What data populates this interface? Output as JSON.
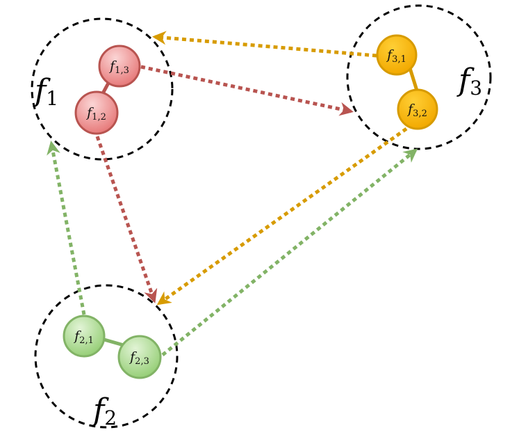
{
  "colors": {
    "red_fill": "#f08c8c",
    "red_stroke": "#b85450",
    "green_fill": "#a9d88f",
    "green_stroke": "#82b366",
    "orange_fill": "#f6b30c",
    "orange_stroke": "#d79b00",
    "cluster_stroke": "#000000"
  },
  "clusters": [
    {
      "id": "f1",
      "label_base": "f",
      "label_sub": "1"
    },
    {
      "id": "f2",
      "label_base": "f",
      "label_sub": "2"
    },
    {
      "id": "f3",
      "label_base": "f",
      "label_sub": "3"
    }
  ],
  "nodes": {
    "f13": {
      "base": "f",
      "sub": "1,3"
    },
    "f12": {
      "base": "f",
      "sub": "1,2"
    },
    "f31": {
      "base": "f",
      "sub": "3,1"
    },
    "f32": {
      "base": "f",
      "sub": "3,2"
    },
    "f21": {
      "base": "f",
      "sub": "2,1"
    },
    "f23": {
      "base": "f",
      "sub": "2,3"
    }
  },
  "edges": [
    {
      "from": "f13",
      "to": "f3",
      "color": "red"
    },
    {
      "from": "f12",
      "to": "f2",
      "color": "red"
    },
    {
      "from": "f31",
      "to": "f1",
      "color": "orange"
    },
    {
      "from": "f32",
      "to": "f2",
      "color": "orange"
    },
    {
      "from": "f21",
      "to": "f1",
      "color": "green"
    },
    {
      "from": "f23",
      "to": "f3",
      "color": "green"
    }
  ]
}
